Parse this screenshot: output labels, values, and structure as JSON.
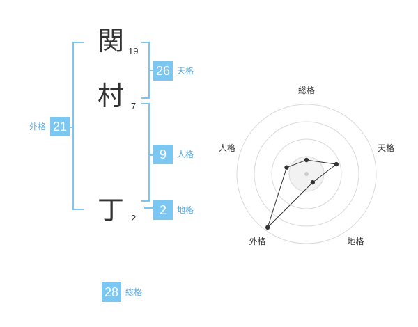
{
  "name": {
    "chars": [
      {
        "char": "関",
        "strokes": "19"
      },
      {
        "char": "村",
        "strokes": "7"
      },
      {
        "char": "丁",
        "strokes": "2"
      }
    ]
  },
  "scores": {
    "tenkaku": {
      "value": "26",
      "label": "天格"
    },
    "jinkaku": {
      "value": "9",
      "label": "人格"
    },
    "chikaku": {
      "value": "2",
      "label": "地格"
    },
    "gaikaku": {
      "value": "21",
      "label": "外格"
    },
    "soukaku": {
      "value": "28",
      "label": "総格"
    }
  },
  "colors": {
    "accent": "#7cc7f2",
    "label": "#5aa8d8"
  },
  "chart_data": {
    "type": "radar",
    "axes": [
      "総格",
      "天格",
      "地格",
      "外格",
      "人格"
    ],
    "values": [
      0.2,
      0.45,
      0.15,
      0.95,
      0.3
    ],
    "rings": 4
  }
}
